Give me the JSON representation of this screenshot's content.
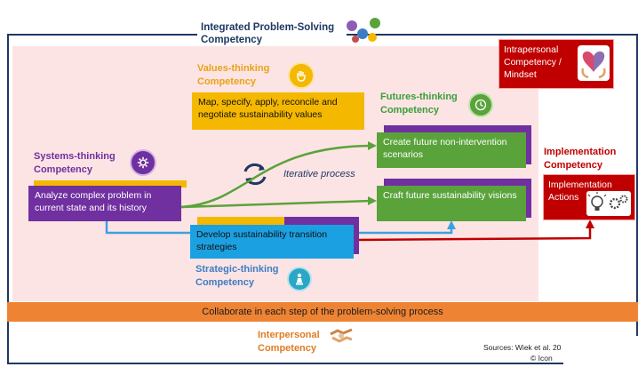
{
  "title": "Integrated Problem-Solving Competency",
  "values": {
    "label": "Values-thinking Competency",
    "box": "Map, specify, apply, reconcile and negotiate sustainability values"
  },
  "futures": {
    "label": "Futures-thinking Competency",
    "box1": "Create future non-intervention scenarios",
    "box2": "Craft future sustainability visions"
  },
  "systems": {
    "label": "Systems-thinking Competency",
    "box": "Analyze complex problem in current state and its history"
  },
  "iterative": "Iterative process",
  "strategic": {
    "label": "Strategic-thinking Competency",
    "box": "Develop sustainability transition strategies"
  },
  "intrapersonal": "Intrapersonal Competency / Mindset",
  "implementation": {
    "label": "Implementation Competency",
    "box": "Implementation Actions"
  },
  "collaborate": "Collaborate in each step of the problem-solving process",
  "interpersonal": "Interpersonal Competency",
  "sources": "Sources: Wiek et al. 20",
  "copyright": "© Icon",
  "colors": {
    "navy": "#1f3864",
    "gold": "#f5b800",
    "purple": "#7030a0",
    "green": "#5aa33b",
    "blue": "#1ba1e2",
    "red": "#c00000",
    "orange": "#ee8433",
    "pink": "#fde4e4"
  }
}
